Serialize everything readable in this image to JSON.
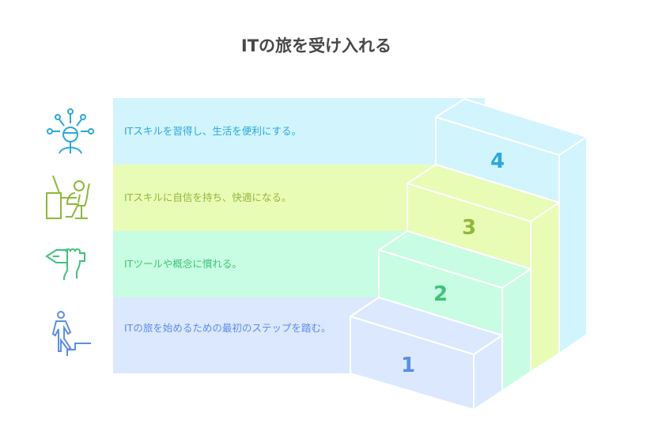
{
  "title": "ITの旅を受け入れる",
  "steps": [
    {
      "number": "1",
      "text": "ITの旅を始めるための最初のステップを踏む。",
      "icon": "person-climbing-stairs-icon",
      "fill": "#dce8fd",
      "color": "#5b8de8"
    },
    {
      "number": "2",
      "text": "ITツールや概念に慣れる。",
      "icon": "hand-holding-pen-icon",
      "fill": "#c8fde3",
      "color": "#3cc47a"
    },
    {
      "number": "3",
      "text": "ITスキルに自信を持ち、快適になる。",
      "icon": "person-at-desk-icon",
      "fill": "#e8fcb6",
      "color": "#8fb83a"
    },
    {
      "number": "4",
      "text": "ITスキルを習得し、生活を便利にする。",
      "icon": "person-network-icon",
      "fill": "#d2f4fd",
      "color": "#29a9dc"
    }
  ]
}
